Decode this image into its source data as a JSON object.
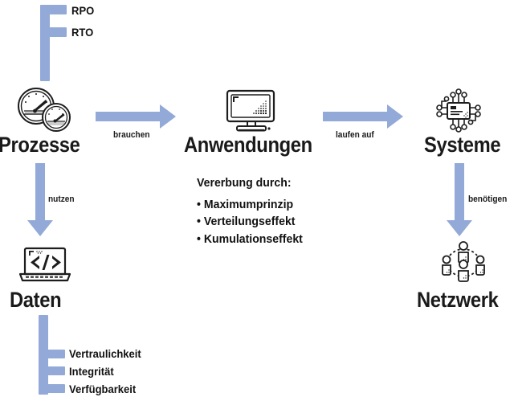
{
  "diagram": {
    "title_text_color": "#1a1a1a",
    "accent_color": "#93a9d7",
    "background_color": "#ffffff",
    "nodes": [
      {
        "id": "prozesse",
        "label": "Prozesse",
        "icon": "gauges-icon"
      },
      {
        "id": "anwendungen",
        "label": "Anwendungen",
        "icon": "desktop-monitor-icon"
      },
      {
        "id": "systeme",
        "label": "Systeme",
        "icon": "microchip-icon"
      },
      {
        "id": "daten",
        "label": "Daten",
        "icon": "laptop-code-icon"
      },
      {
        "id": "netzwerk",
        "label": "Netzwerk",
        "icon": "network-people-icon"
      }
    ],
    "edges": [
      {
        "id": "prozesse-anwendungen",
        "label": "brauchen",
        "direction": "right"
      },
      {
        "id": "anwendungen-systeme",
        "label": "laufen auf",
        "direction": "right"
      },
      {
        "id": "prozesse-daten",
        "label": "nutzen",
        "direction": "down"
      },
      {
        "id": "systeme-netzwerk",
        "label": "benötigen",
        "direction": "down"
      }
    ],
    "brackets": [
      {
        "id": "prozesse-objectives",
        "position": "top-left",
        "items": [
          "RPO",
          "RTO"
        ]
      },
      {
        "id": "daten-schutzziele",
        "position": "bottom-left",
        "items": [
          "Vertraulichkeit",
          "Integrität",
          "Verfügbarkeit"
        ]
      }
    ],
    "inheritance": {
      "heading": "Vererbung durch:",
      "bullet_glyph": "•",
      "items": [
        "Maximumprinzip",
        "Verteilungseffekt",
        "Kumulationseffekt"
      ]
    }
  }
}
